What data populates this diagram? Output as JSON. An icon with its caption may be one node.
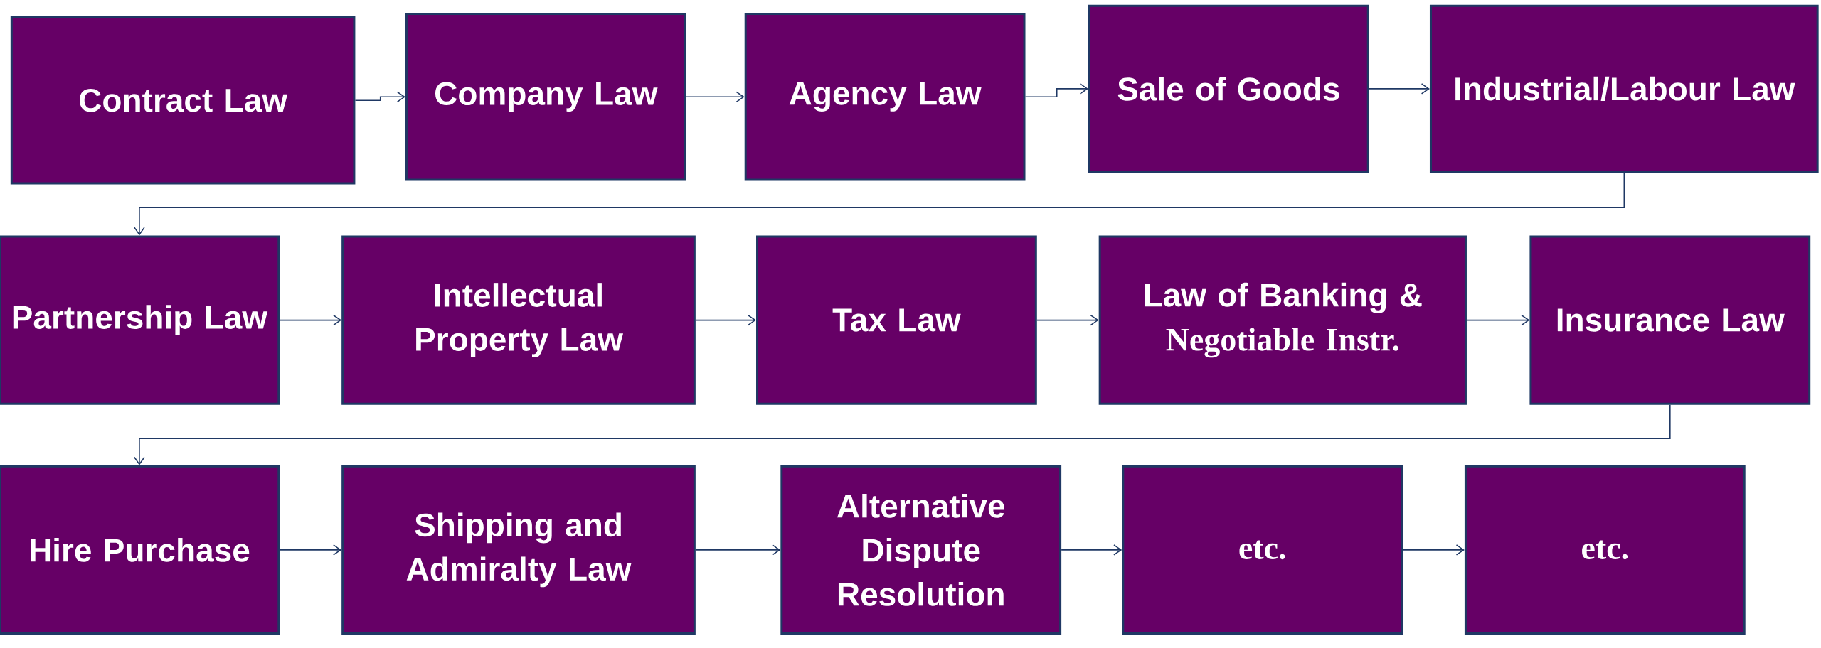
{
  "diagram": {
    "nodes": [
      {
        "text": [
          "Contract Law"
        ]
      },
      {
        "text": [
          "Company Law"
        ]
      },
      {
        "text": [
          "Agency Law"
        ]
      },
      {
        "text": [
          "Sale of Goods"
        ]
      },
      {
        "text": [
          "Industrial/Labour Law"
        ]
      },
      {
        "text": [
          "Partnership Law"
        ]
      },
      {
        "text": [
          "Intellectual Property Law"
        ]
      },
      {
        "text": [
          "Tax Law"
        ]
      },
      {
        "text": [
          "Law of Banking &",
          "Negotiable Instr."
        ]
      },
      {
        "text": [
          "Insurance Law"
        ]
      },
      {
        "text": [
          "Hire Purchase"
        ]
      },
      {
        "text": [
          "Shipping and Admiralty Law"
        ]
      },
      {
        "text": [
          "Alternative Dispute Resolution"
        ]
      },
      {
        "text": [
          "etc."
        ]
      },
      {
        "text": [
          "etc."
        ]
      }
    ],
    "edges": [
      {
        "from": 0,
        "to": 1,
        "arrow": "to"
      },
      {
        "from": 1,
        "to": 2,
        "arrow": "to"
      },
      {
        "from": 2,
        "to": 3,
        "arrow": "to"
      },
      {
        "from": 3,
        "to": 4,
        "arrow": "to"
      },
      {
        "from": 4,
        "to": 5,
        "arrow": "to"
      },
      {
        "from": 5,
        "to": 6,
        "arrow": "to"
      },
      {
        "from": 6,
        "to": 7,
        "arrow": "to"
      },
      {
        "from": 7,
        "to": 8,
        "arrow": "to"
      },
      {
        "from": 8,
        "to": 9,
        "arrow": "to"
      },
      {
        "from": 9,
        "to": 10,
        "arrow": "to"
      },
      {
        "from": 10,
        "to": 11,
        "arrow": "to"
      },
      {
        "from": 11,
        "to": 12,
        "arrow": "to"
      },
      {
        "from": 12,
        "to": 13,
        "arrow": "to"
      },
      {
        "from": 13,
        "to": 14,
        "arrow": "to"
      }
    ]
  }
}
